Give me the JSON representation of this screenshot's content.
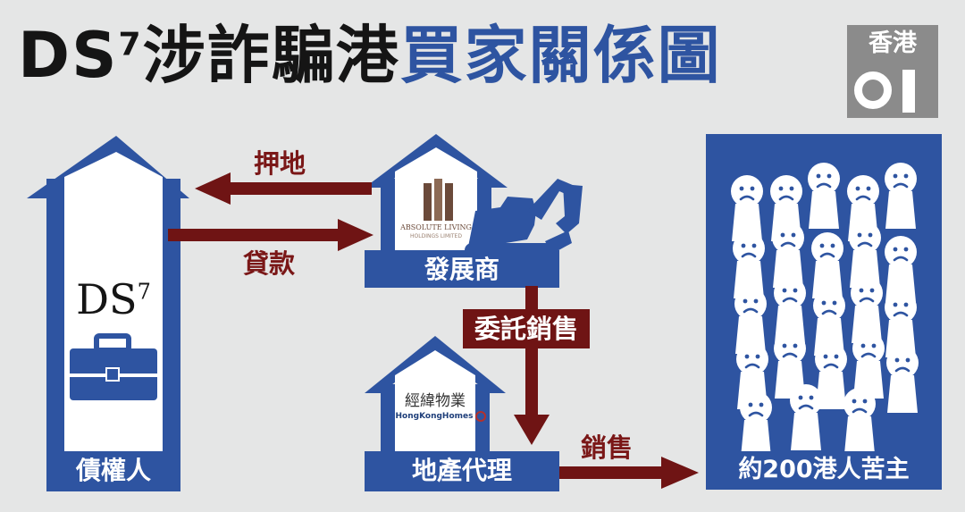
{
  "title": {
    "black": "DS",
    "sup": "7",
    "black_rest": "涉詐騙港",
    "blue": "買家關係圖"
  },
  "logo": {
    "text": "香港"
  },
  "creditor": {
    "brand": "DS",
    "brand_sup": "7",
    "label": "債權人"
  },
  "developer": {
    "brand": "ABSOLUTE LIVING",
    "brand_sub": "HOLDINGS LIMITED",
    "label": "發展商"
  },
  "agency": {
    "brand_cn": "經緯物業",
    "brand_en": "HongKongHomes",
    "label": "地產代理"
  },
  "victims": {
    "label": "約200港人苦主"
  },
  "arrows": {
    "mortgage": "押地",
    "loan": "貸款",
    "consign": "委託銷售",
    "sales": "銷售"
  },
  "colors": {
    "blue": "#2e54a1",
    "dark_red": "#6f1414",
    "background": "#e5e6e6",
    "logo_grey": "#8b8b8b"
  }
}
